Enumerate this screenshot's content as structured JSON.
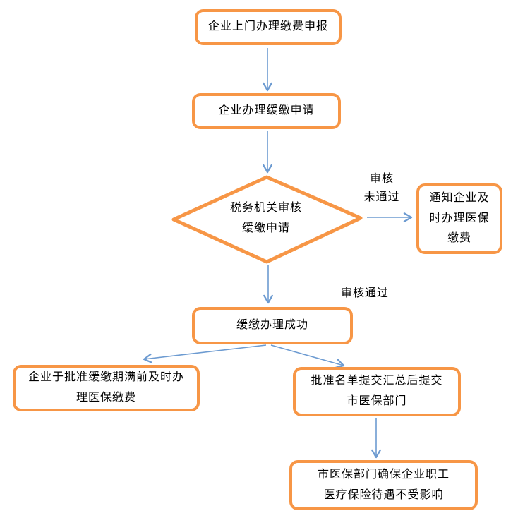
{
  "diagram": {
    "type": "flowchart",
    "background": "#FFFFFF",
    "colors": {
      "node_border": "#F79646",
      "node_fill": "#FFFFFF",
      "connector": "#6D9BD1",
      "text": "#000000"
    },
    "nodes": {
      "start": {
        "label": "企业上门办理缴费申报",
        "shape": "rounded-rect"
      },
      "apply": {
        "label": "企业办理缓缴申请",
        "shape": "rounded-rect"
      },
      "decision": {
        "label": "税务机关审核\n缓缴申请",
        "shape": "diamond"
      },
      "notify": {
        "label": "通知企业及\n时办理医保\n缴费",
        "shape": "rounded-rect"
      },
      "success": {
        "label": "缓缴办理成功",
        "shape": "rounded-rect"
      },
      "pay_before_expiry": {
        "label": "企业于批准缓缴期满前及时办\n理医保缴费",
        "shape": "rounded-rect"
      },
      "submit_list": {
        "label": "批准名单提交汇总后提交\n市医保部门",
        "shape": "rounded-rect"
      },
      "ensure_benefits": {
        "label": "市医保部门确保企业职工\n医疗保险待遇不受影响",
        "shape": "rounded-rect"
      }
    },
    "edge_labels": {
      "rejected": "审核\n未通过",
      "approved": "审核通过"
    },
    "edges": [
      {
        "from": "start",
        "to": "apply",
        "label": ""
      },
      {
        "from": "apply",
        "to": "decision",
        "label": ""
      },
      {
        "from": "decision",
        "to": "notify",
        "label": "审核 未通过"
      },
      {
        "from": "decision",
        "to": "success",
        "label": "审核通过"
      },
      {
        "from": "success",
        "to": "pay_before_expiry",
        "label": ""
      },
      {
        "from": "success",
        "to": "submit_list",
        "label": ""
      },
      {
        "from": "submit_list",
        "to": "ensure_benefits",
        "label": ""
      }
    ]
  }
}
